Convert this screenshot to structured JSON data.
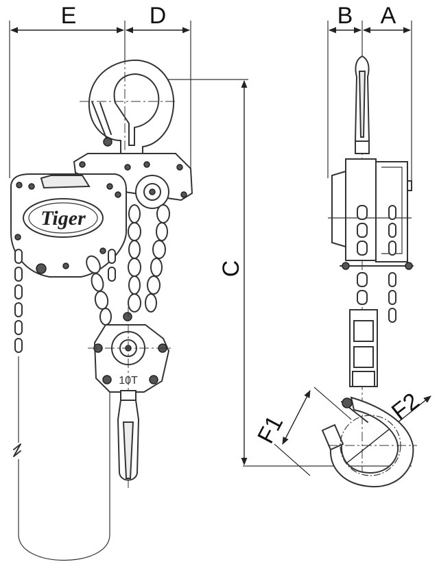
{
  "dimension_labels": {
    "a": "A",
    "b": "B",
    "c": "C",
    "d": "D",
    "e": "E",
    "f1": "F1",
    "f2": "F2"
  },
  "brand": "Tiger",
  "capacity_mark": "10T"
}
